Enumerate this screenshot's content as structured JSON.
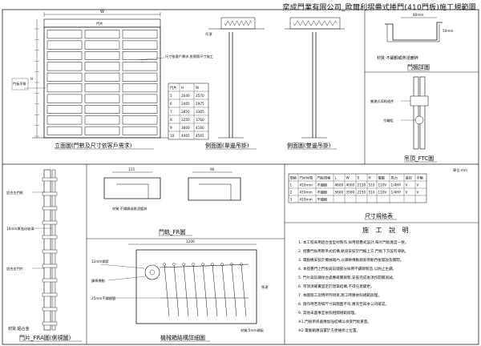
{
  "title": "奕成門業有限公司_歐爾利摺疊式捲門(410門板)施工規範圖",
  "captions": {
    "front_view": "立面圖(門數及尺寸依客戶需求)",
    "side_view": "側面圖(單邊吊掛)",
    "side_view2": "側面圖(雙邊吊掛)",
    "beam_detail": "門楣詳圖",
    "top_detail": "吊頂_FTC圖",
    "rail_detail": "門軌_FR圖",
    "panel_detail": "門片_FRA圖(側視圖)",
    "mechanism": "機械箱結構詳細圖",
    "spec_table": "尺寸規格表",
    "notes_title": "施 工 說 明"
  },
  "labels": {
    "front_dim_top": "W",
    "front_side": "H",
    "front_panel_mark": "門片",
    "front_note": "尺寸依客戶需求,依實際尺寸施工",
    "door_hook": "門板吊掛",
    "sv_top": "吊頂",
    "beam_material": "材質:不鏽鋼或熱浸鍍鋅",
    "beam_dim": "80mm",
    "beam_dim_small": "50mm",
    "top_label1": "雙邊式導軌組件",
    "top_label2": "吊輪組",
    "rail_label": "材質:不鏽鋼或熱浸鍍鋅",
    "rail_dim": "115",
    "rail_dim2": "90",
    "panel_label1": "鋁合金門框",
    "panel_label2": "10mm厚強化玻璃",
    "panel_label3": "鋁合金門片",
    "panel_label4": "材質:鋁合金",
    "mech_label1": "12mm鋼索",
    "mech_label2": "鍊條傳動",
    "mech_label3": "25mm不鏽鋼管",
    "mech_label4": "馬達",
    "mech_label5": "材質:5mm鋼板",
    "mech_dim": "1200"
  },
  "panel_table": {
    "headers": [
      "門片",
      "H",
      "W"
    ],
    "rows": [
      [
        "5",
        "2040",
        "2570"
      ],
      [
        "6",
        "2465",
        "2975"
      ],
      [
        "7",
        "2850",
        "3365"
      ],
      [
        "8",
        "3250",
        "3760"
      ],
      [
        "9",
        "3660",
        "4160"
      ],
      [
        "10",
        "4065",
        "4565"
      ]
    ]
  },
  "spec_table": {
    "unit": "單位:mm",
    "headers": [
      "規格",
      "門片材質",
      "門板規格",
      "L",
      "W",
      "S",
      "H",
      "電壓",
      "馬力",
      "遙控",
      "手動"
    ],
    "rows": [
      [
        "1",
        "410mm",
        "不鏽鋼",
        "4600",
        "4000",
        "2150",
        "510",
        "110V",
        "1/4HP",
        "V",
        "V"
      ],
      [
        "2",
        "410mm",
        "不鏽鋼",
        "5600",
        "3500",
        "2150",
        "510",
        "110V",
        "1/4HP",
        "V",
        "V"
      ],
      [
        "3",
        "410mm",
        "不鏽鋼",
        "",
        "",
        "",
        "",
        "",
        "",
        "",
        ""
      ]
    ]
  },
  "notes": [
    "1. 本工程采用鋁合金型材製作,採用摺疊式設計,每片門板寬度一致。",
    "2. 摺疊門採用懸吊式結構,軌道安裝於門楣上方,門板下方設有導軌。",
    "3. 電動機安裝於機械箱內,以鍊條傳動鋼索帶動門板開啟及關閉。",
    "4. 本摺疊門之門板與鉸鏈部分採用不鏽鋼製造,以防止生鏽。",
    "5. 門片與鉸鍊接合處應確實鎖緊,安裝完成後須作開關測試。",
    "6. 吊頂須確實固定於建築結構,不得任意變更。",
    "7. 本圖施工說明所列項目,施工時應依照規範辦理。",
    "8. 施作時若現場尺寸與圖面不符,應先告知本公司確認。",
    "9. 其他未盡事宜依照相關規範辦理。",
    "※1.門板吊掛處應加強結構以承受門板重量。",
    "※2.電動箱應設置於方便維修之位置。"
  ]
}
